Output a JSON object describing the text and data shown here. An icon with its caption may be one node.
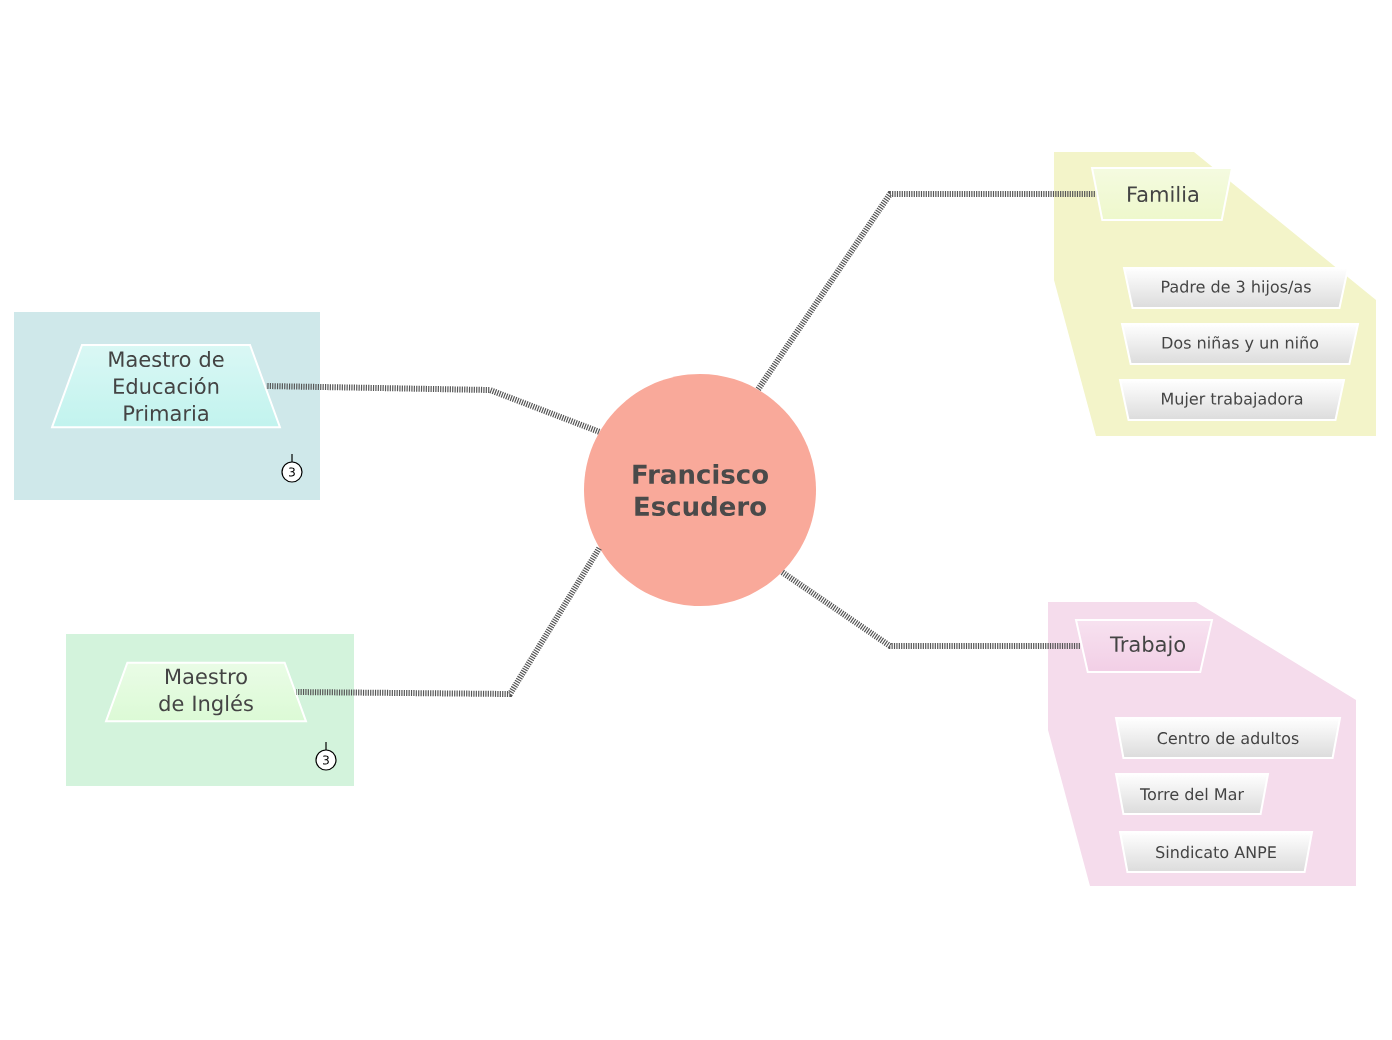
{
  "diagram": {
    "nodes": [
      {
        "text": [
          "Francisco Escudero"
        ]
      },
      {
        "text": [],
        "shape": "hexagon"
      },
      {
        "text": [
          "Familia"
        ],
        "in": 1
      },
      {
        "text": [
          "Padre de 3 hijos/as"
        ],
        "in": 1
      },
      {
        "text": [
          "Dos niñas y un niño"
        ],
        "in": 1
      },
      {
        "text": [
          "Mujer trabajadora"
        ],
        "in": 1
      },
      {
        "text": [],
        "shape": "hexagon"
      },
      {
        "text": [
          "Trabajo"
        ],
        "in": 6
      },
      {
        "text": [
          "Centro de adultos"
        ],
        "in": 6
      },
      {
        "text": [
          "Torre del Mar"
        ],
        "in": 6
      },
      {
        "text": [
          "Sindicato ANPE"
        ],
        "in": 6
      },
      {
        "text": [],
        "shape": "box"
      },
      {
        "text": [
          "Maestro de Educación Primaria"
        ],
        "in": 11,
        "beside": [
          "3"
        ]
      },
      {
        "text": [],
        "shape": "box"
      },
      {
        "text": [
          "Maestro de Inglés"
        ],
        "in": 13,
        "beside": [
          "3"
        ]
      }
    ],
    "edges": [
      {
        "from": 0,
        "to": 2,
        "arrow": "none"
      },
      {
        "from": 0,
        "to": 7,
        "arrow": "none"
      },
      {
        "from": 0,
        "to": 12,
        "arrow": "none"
      },
      {
        "from": 0,
        "to": 14,
        "arrow": "none"
      }
    ]
  }
}
